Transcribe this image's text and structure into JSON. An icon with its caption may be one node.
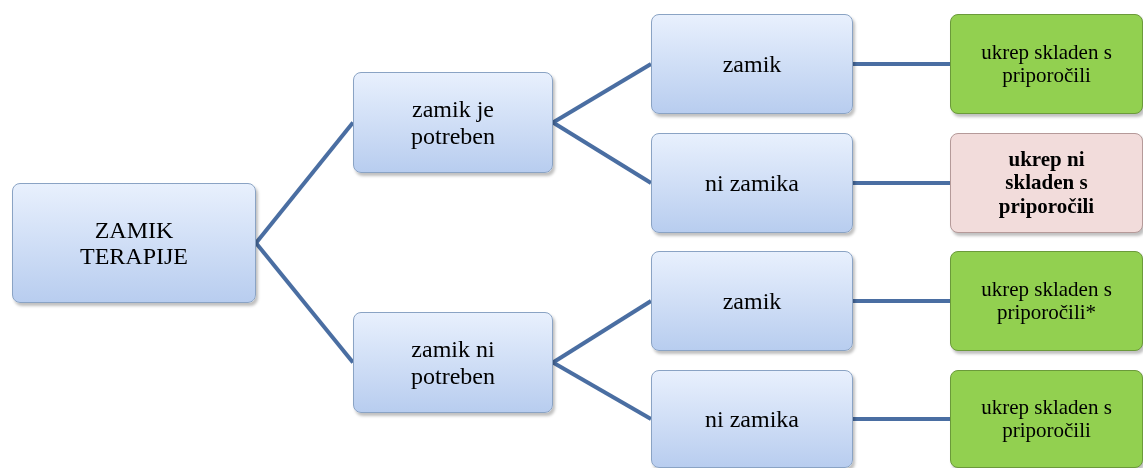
{
  "diagram": {
    "nodes": [
      {
        "text": [
          "ZAMIK TERAPIJE"
        ]
      },
      {
        "text": [
          "zamik je potreben"
        ]
      },
      {
        "text": [
          "zamik"
        ]
      },
      {
        "text": [
          "ukrep skladen s priporočili"
        ]
      },
      {
        "text": [
          "ni zamika"
        ]
      },
      {
        "text": [
          "ukrep ni skladen s priporočili"
        ]
      },
      {
        "text": [
          "zamik ni potreben"
        ]
      },
      {
        "text": [
          "zamik"
        ]
      },
      {
        "text": [
          "ukrep skladen s priporočili*"
        ]
      },
      {
        "text": [
          "ni zamika"
        ]
      },
      {
        "text": [
          "ukrep skladen s priporočili"
        ]
      }
    ],
    "edges": [
      {
        "from": 0,
        "to": 1,
        "arrow": "none"
      },
      {
        "from": 1,
        "to": 2,
        "arrow": "none"
      },
      {
        "from": 2,
        "to": 3,
        "arrow": "none"
      },
      {
        "from": 1,
        "to": 4,
        "arrow": "none"
      },
      {
        "from": 4,
        "to": 5,
        "arrow": "none"
      },
      {
        "from": 0,
        "to": 6,
        "arrow": "none"
      },
      {
        "from": 6,
        "to": 7,
        "arrow": "none"
      },
      {
        "from": 7,
        "to": 8,
        "arrow": "none"
      },
      {
        "from": 6,
        "to": 9,
        "arrow": "none"
      },
      {
        "from": 9,
        "to": 10,
        "arrow": "none"
      }
    ]
  }
}
